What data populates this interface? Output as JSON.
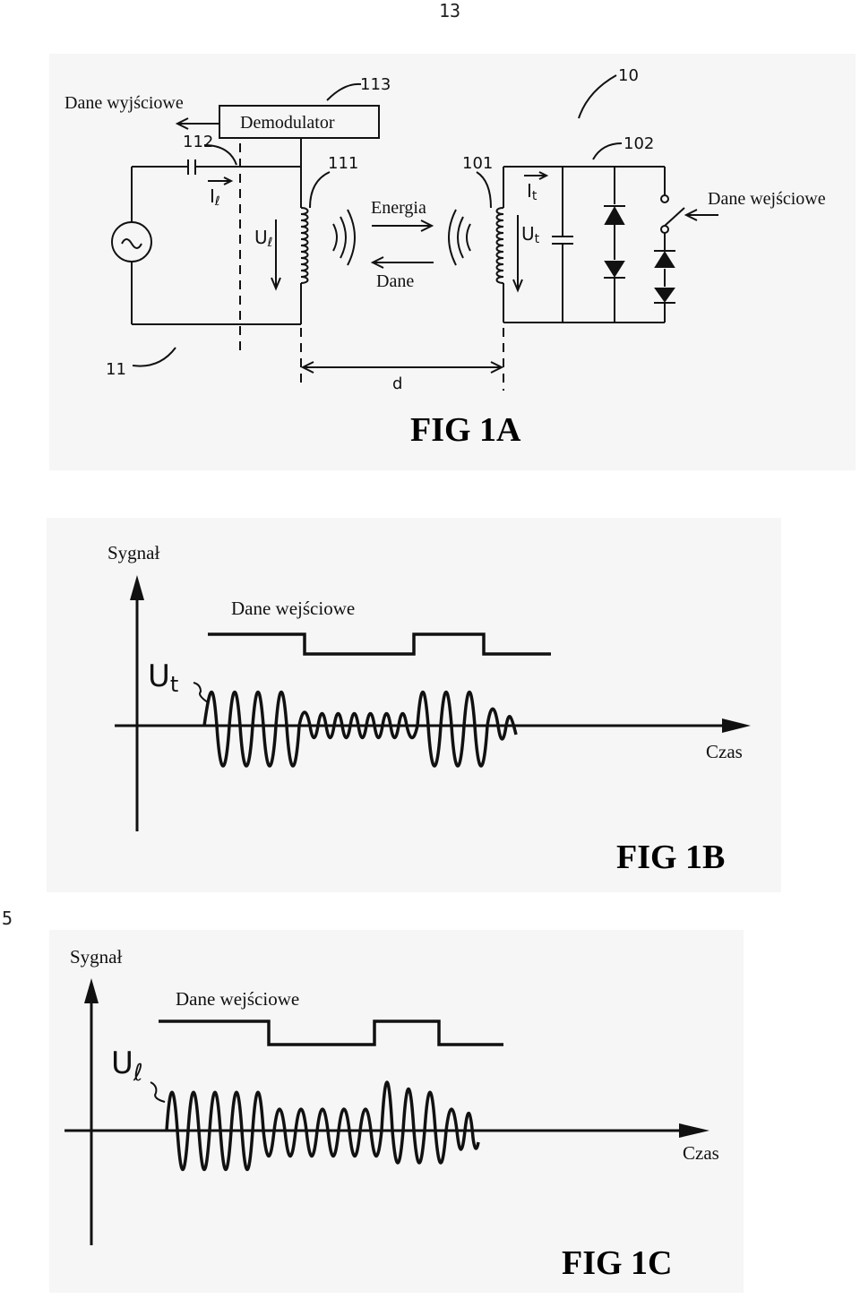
{
  "page": {
    "top_number": "13",
    "margin_number": "5"
  },
  "fig1a": {
    "title": "FIG 1A",
    "labels": {
      "data_out": "Dane wyjściowe",
      "demodulator": "Demodulator",
      "energy": "Energia",
      "data": "Dane",
      "data_in": "Dane wejściowe",
      "distance": "d",
      "ref_113": "113",
      "ref_112": "112",
      "ref_111": "111",
      "ref_101": "101",
      "ref_102": "102",
      "ref_10": "10",
      "ref_11": "11",
      "i_l": "I",
      "i_l_sub": "ℓ",
      "u_l": "U",
      "u_l_sub": "ℓ",
      "i_t": "I",
      "i_t_sub": "t",
      "u_t": "U",
      "u_t_sub": "t"
    }
  },
  "fig1b": {
    "title": "FIG 1B",
    "y_label": "Sygnał",
    "x_label": "Czas",
    "data_label": "Dane wejściowe",
    "signal_label": "U",
    "signal_sub": "t"
  },
  "fig1c": {
    "title": "FIG 1C",
    "y_label": "Sygnał",
    "x_label": "Czas",
    "data_label": "Dane wejściowe",
    "signal_label": "U",
    "signal_sub": "ℓ"
  },
  "colors": {
    "ink": "#111111",
    "panel": "#f6f6f6"
  }
}
